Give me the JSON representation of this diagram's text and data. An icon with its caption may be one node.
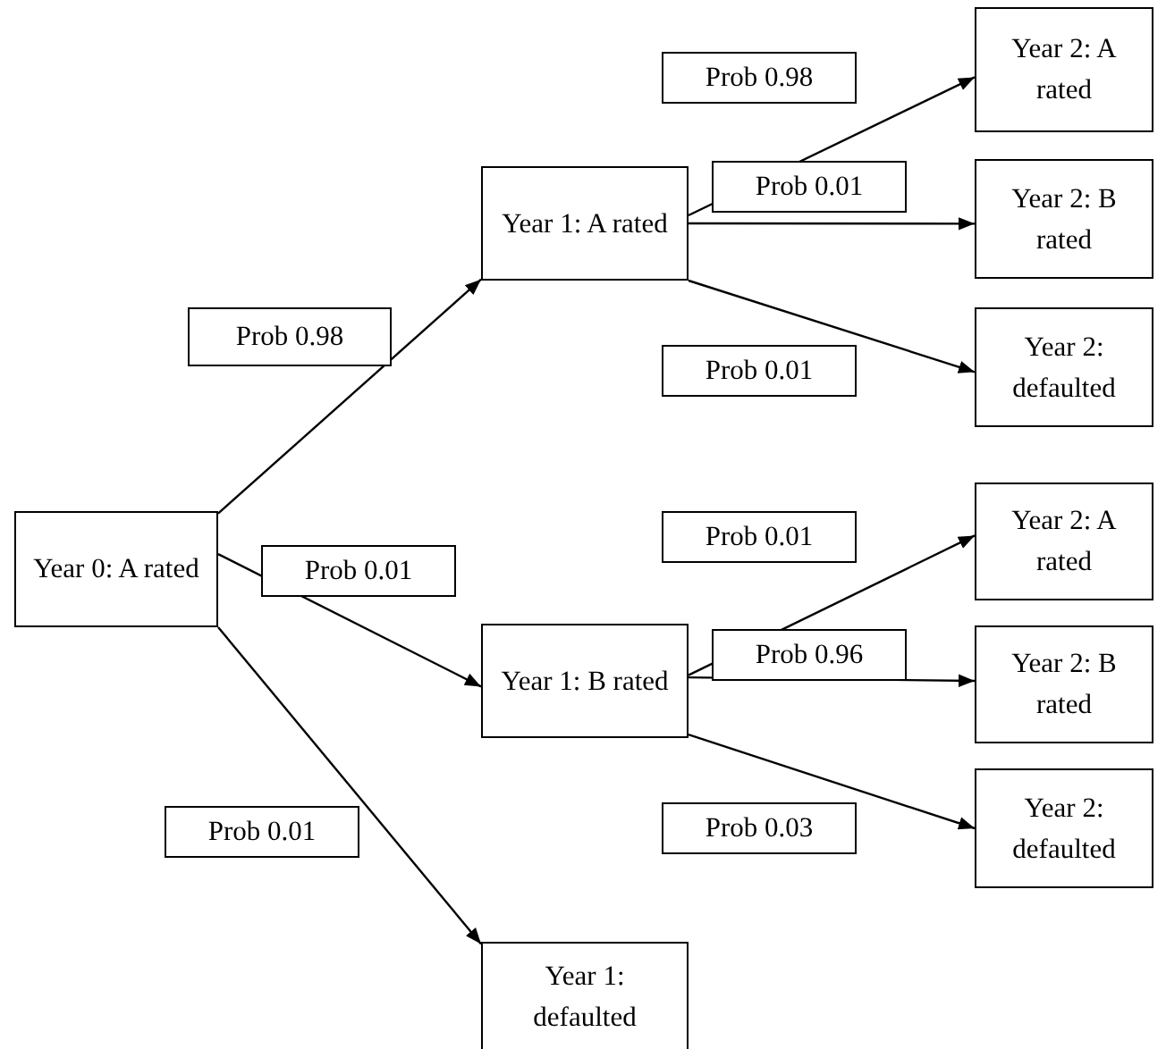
{
  "diagram": {
    "nodes": [
      {
        "text": [
          "Year 0: A rated"
        ]
      },
      {
        "text": [
          "Year 1: A rated"
        ]
      },
      {
        "text": [
          "Year 1: B rated"
        ]
      },
      {
        "text": [
          "Year 1: defaulted"
        ]
      },
      {
        "text": [
          "Year 2: A rated"
        ]
      },
      {
        "text": [
          "Year 2: B rated"
        ]
      },
      {
        "text": [
          "Year 2: defaulted"
        ]
      },
      {
        "text": [
          "Year 2: A rated"
        ]
      },
      {
        "text": [
          "Year 2: B rated"
        ]
      },
      {
        "text": [
          "Year 2: defaulted"
        ]
      }
    ],
    "edges": [
      {
        "from": 0,
        "to": 1,
        "arrow": "to",
        "label": "Prob 0.98"
      },
      {
        "from": 0,
        "to": 2,
        "arrow": "to",
        "label": "Prob 0.01"
      },
      {
        "from": 0,
        "to": 3,
        "arrow": "to",
        "label": "Prob 0.01"
      },
      {
        "from": 1,
        "to": 4,
        "arrow": "to",
        "label": "Prob 0.98"
      },
      {
        "from": 1,
        "to": 5,
        "arrow": "to",
        "label": "Prob 0.01"
      },
      {
        "from": 1,
        "to": 6,
        "arrow": "to",
        "label": "Prob 0.01"
      },
      {
        "from": 2,
        "to": 7,
        "arrow": "to",
        "label": "Prob 0.01"
      },
      {
        "from": 2,
        "to": 8,
        "arrow": "to",
        "label": "Prob 0.96"
      },
      {
        "from": 2,
        "to": 9,
        "arrow": "to",
        "label": "Prob 0.03"
      }
    ]
  }
}
